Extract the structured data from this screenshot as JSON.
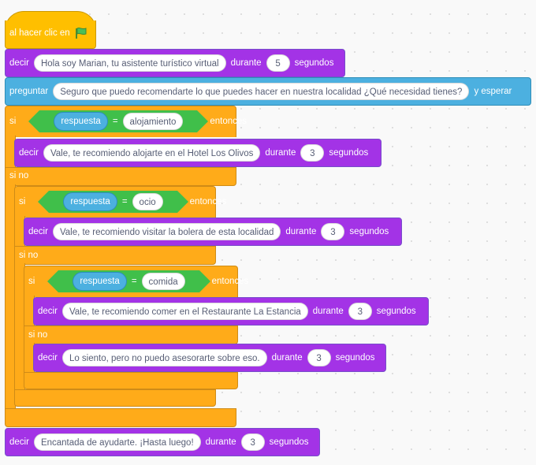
{
  "event": {
    "label": "al hacer clic en",
    "icon": "green-flag-icon"
  },
  "say1": {
    "verb": "decir",
    "text": "Hola soy Marian, tu asistente turístico virtual",
    "during": "durante",
    "secs": "5",
    "unit": "segundos"
  },
  "ask": {
    "verb": "preguntar",
    "text": "Seguro que puedo recomendarte lo que puedes hacer en nuestra localidad ¿Qué necesidad tienes?",
    "wait": "y esperar"
  },
  "if1": {
    "kw": "si",
    "var": "respuesta",
    "eq": "=",
    "value": "alojamiento",
    "then": "entonces",
    "say": {
      "verb": "decir",
      "text": "Vale, te recomiendo alojarte en el Hotel Los Olivos",
      "during": "durante",
      "secs": "3",
      "unit": "segundos"
    },
    "else": "si no"
  },
  "if2": {
    "kw": "si",
    "var": "respuesta",
    "eq": "=",
    "value": "ocio",
    "then": "entonces",
    "say": {
      "verb": "decir",
      "text": "Vale, te recomiendo visitar la bolera de esta localidad",
      "during": "durante",
      "secs": "3",
      "unit": "segundos"
    },
    "else": "si no"
  },
  "if3": {
    "kw": "si",
    "var": "respuesta",
    "eq": "=",
    "value": "comida",
    "then": "entonces",
    "say": {
      "verb": "decir",
      "text": "Vale, te recomiendo comer en el Restaurante La Estancia",
      "during": "durante",
      "secs": "3",
      "unit": "segundos"
    },
    "else": "si no",
    "say_else": {
      "verb": "decir",
      "text": "Lo siento, pero no puedo asesorarte sobre eso.",
      "during": "durante",
      "secs": "3",
      "unit": "segundos"
    }
  },
  "say_end": {
    "verb": "decir",
    "text": "Encantada de ayudarte. ¡Hasta luego!",
    "during": "durante",
    "secs": "3",
    "unit": "segundos"
  }
}
